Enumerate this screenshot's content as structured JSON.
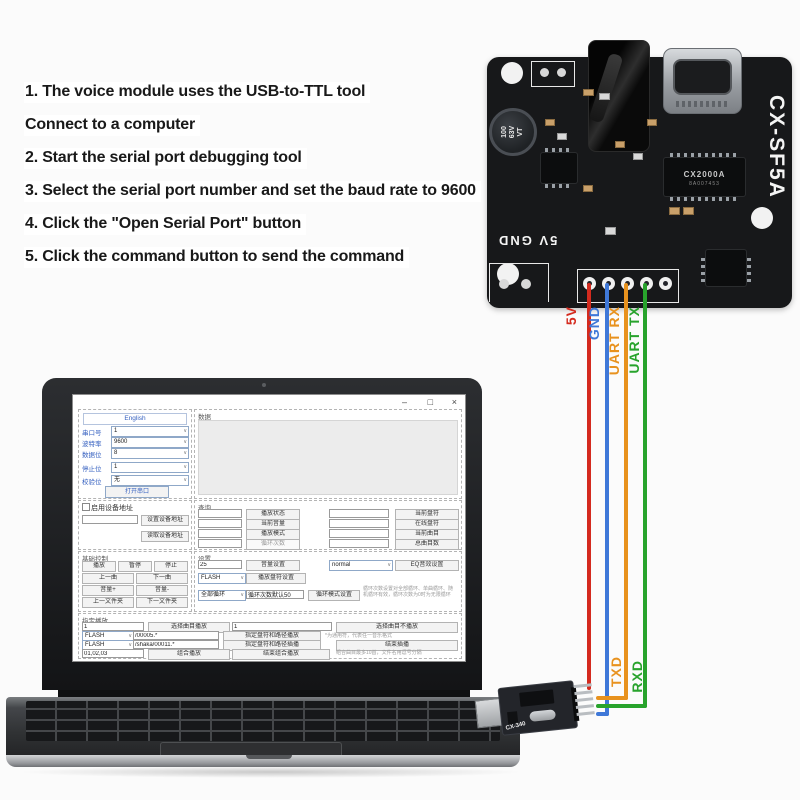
{
  "instructions": {
    "lines": [
      "1. The voice module uses the USB-to-TTL tool",
      "Connect to a computer",
      "2. Start the serial port debugging tool",
      "3. Select the serial port number and set the baud rate to 9600",
      "4. Click the \"Open Serial Port\" button",
      "5. Click the command button to send the command"
    ]
  },
  "board": {
    "model": "CX-SF5A",
    "power_silkscreen": "5V GND",
    "main_chip_label": "CX2000A",
    "main_chip_sub": "8A007453",
    "capacitor_label": "100\n63V\nVT"
  },
  "wires": {
    "top_labels": [
      {
        "text": "5V",
        "color": "#d42a1e"
      },
      {
        "text": "GND",
        "color": "#3f78d8"
      },
      {
        "text": "UART RX",
        "color": "#e8921e"
      },
      {
        "text": "UART TX",
        "color": "#28a32c"
      }
    ],
    "bottom_labels": [
      {
        "text": "TXD",
        "color": "#e8921e"
      },
      {
        "text": "RXD",
        "color": "#28a32c"
      }
    ]
  },
  "adapter": {
    "model": "CX-340"
  },
  "colors": {
    "wire_red": "#d42a1e",
    "wire_blue": "#3f78d8",
    "wire_orange": "#e8921e",
    "wire_green": "#28a32c",
    "ui_accent_blue": "#3560c0"
  },
  "app": {
    "window_icons": {
      "minimize": "–",
      "maximize": "□",
      "close": "×",
      "chevron": "∨"
    },
    "serial_panel": {
      "english_link": "English",
      "fields": [
        {
          "label": "串口号",
          "value": "1"
        },
        {
          "label": "波特率",
          "value": "9600"
        },
        {
          "label": "数据位",
          "value": "8"
        },
        {
          "label": "停止位",
          "value": "1"
        },
        {
          "label": "校验位",
          "value": "无"
        }
      ],
      "open_button": "打开串口"
    },
    "data_panel": {
      "title": "数据"
    },
    "device_panel": {
      "checkbox_label": "启用设备地址",
      "address_value": "",
      "set_button": "设置设备地址",
      "read_button": "读取设备地址"
    },
    "basic_panel": {
      "title": "基础控制",
      "buttons": [
        "播放",
        "暂停",
        "停止",
        "上一曲",
        "下一曲",
        "音量+",
        "音量-",
        "上一文件夹",
        "下一文件夹"
      ]
    },
    "query_panel": {
      "title": "查询",
      "left_buttons": [
        "播放状态",
        "当前音量",
        "播放模式",
        "循环次数"
      ],
      "right_buttons": [
        "当前盘符",
        "在线盘符",
        "当前曲目",
        "总曲目数"
      ]
    },
    "settings_panel": {
      "title": "设置",
      "volume_value": "25",
      "volume_button": "音量设置",
      "eq_value": "normal",
      "eq_button": "EQ音效设置",
      "drive_value": "FLASH",
      "drive_button": "播放盘符设置",
      "loop_mode_value": "全部循环",
      "loop_count_value": "循环次数默认50",
      "loop_button": "循环模式设置",
      "hint": "循环次数设置对全部循环、单曲循环、随机循环有效，循环次数为0时为无限循环"
    },
    "specified_panel": {
      "title": "指定播放",
      "row1": {
        "track_value": "1",
        "play_button": "选择曲目播放",
        "track2_value": "1",
        "noplay_button": "选择曲目不播放"
      },
      "row2": {
        "drive_value": "FLASH",
        "path_value": "/00005.*",
        "button": "指定盘符和路径播放",
        "hint": "*为通用符，代表任一音乐格式"
      },
      "row3": {
        "drive_value": "FLASH",
        "path_value": "/shaka/00011.*",
        "button": "指定盘符和路径插播",
        "end_button": "结束插播"
      },
      "row4": {
        "tracks_value": "01,02,03",
        "combo_button": "组合播放",
        "end_combo_button": "结束组合播放",
        "hint": "组合曲目最多10首，文件名用逗号分隔"
      }
    }
  }
}
